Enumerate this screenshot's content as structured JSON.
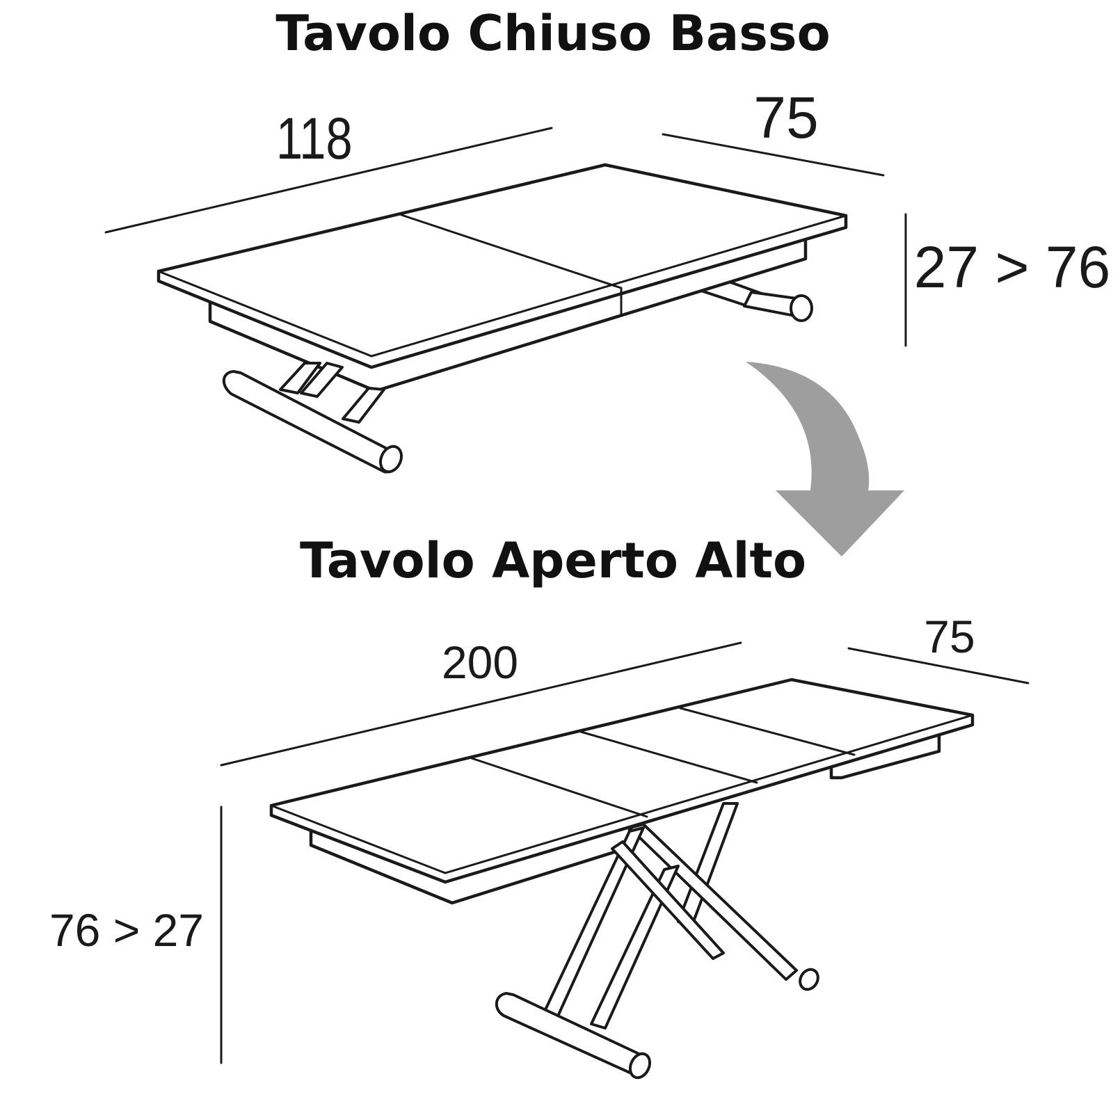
{
  "top_section": {
    "title": "Tavolo Chiuso Basso",
    "length": "118",
    "depth": "75",
    "height": "27 > 76"
  },
  "bottom_section": {
    "title": "Tavolo Aperto Alto",
    "length": "200",
    "depth": "75",
    "height": "76 > 27"
  },
  "colors": {
    "line": "#1a1a1a",
    "arrow": "#9e9e9e"
  }
}
